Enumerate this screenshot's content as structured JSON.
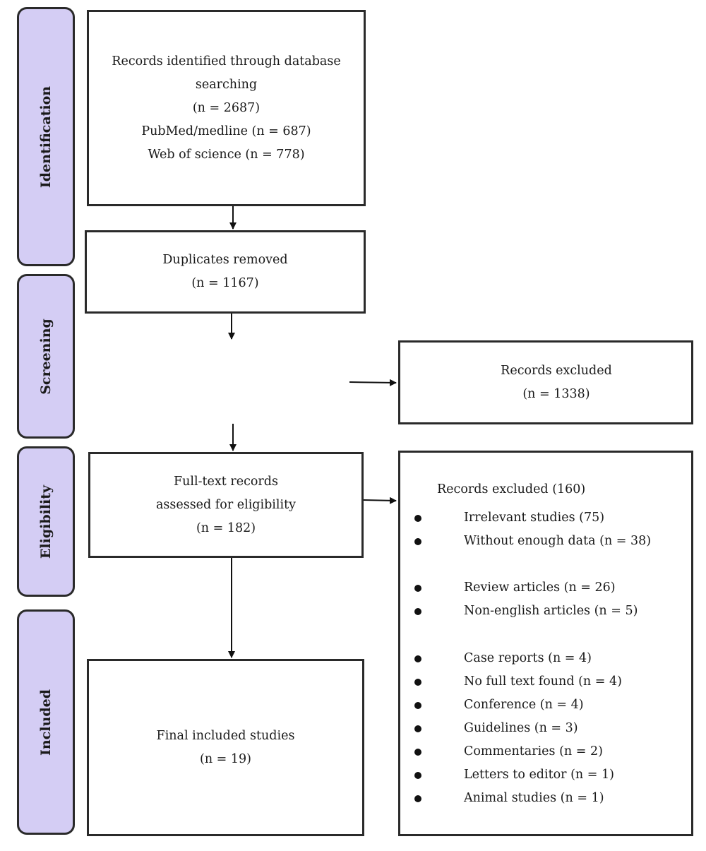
{
  "phases": [
    {
      "label": "Identification"
    },
    {
      "label": "Screening"
    },
    {
      "label": "Eligibility"
    },
    {
      "label": "Included"
    }
  ],
  "identification_box": {
    "lines": [
      "Records identified through database searching",
      "(n = 2687)",
      "PubMed/medline (n = 687)",
      "Web of science (n = 778)"
    ]
  },
  "duplicates_box": {
    "lines": [
      "Duplicates removed",
      "(n = 1167)"
    ]
  },
  "screening_excluded_box": {
    "lines": [
      "Records excluded",
      "(n = 1338)"
    ]
  },
  "fulltext_box": {
    "lines": [
      "Full-text records",
      "assessed for eligibility",
      "(n = 182)"
    ]
  },
  "eligibility_excluded_box": {
    "title": "Records excluded (160)",
    "items": [
      "Irrelevant studies (75)",
      "Without enough data (n = 38)",
      "Review articles (n = 26)",
      "Non-english articles (n = 5)",
      "Case reports (n = 4)",
      "No full text found (n = 4)",
      "Conference (n = 4)",
      "Guidelines (n = 3)",
      "Commentaries (n = 2)",
      "Letters to editor (n = 1)",
      "Animal studies (n = 1)"
    ]
  },
  "included_box": {
    "lines": [
      "Final included studies",
      "(n = 19)"
    ]
  }
}
